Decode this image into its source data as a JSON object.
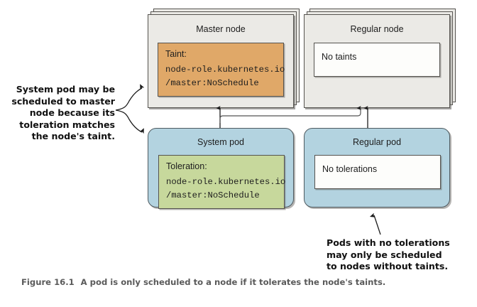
{
  "figure": {
    "label": "Figure 16.1",
    "caption": "A pod is only scheduled to a node if it tolerates the node's taints."
  },
  "colors": {
    "node_fill": "#ebeae6",
    "pod_fill": "#b3d3e0",
    "taint_fill": "#e0a868",
    "toleration_fill": "#c7d89c",
    "panel_plain_fill": "#fdfdfb",
    "stroke": "#55534f",
    "caption_text": "#5a5a5a",
    "annotation_text": "#111111"
  },
  "nodes": [
    {
      "id": "master-node",
      "title": "Master node",
      "panel": {
        "kind": "taint",
        "heading": "Taint:",
        "mono_line_1": "node-role.kubernetes.io",
        "mono_line_2": "/master:NoSchedule"
      }
    },
    {
      "id": "regular-node",
      "title": "Regular node",
      "panel": {
        "kind": "plain",
        "text": "No taints"
      }
    }
  ],
  "pods": [
    {
      "id": "system-pod",
      "title": "System pod",
      "panel": {
        "kind": "toleration",
        "heading": "Toleration:",
        "mono_line_1": "node-role.kubernetes.io",
        "mono_line_2": "/master:NoSchedule"
      }
    },
    {
      "id": "regular-pod",
      "title": "Regular pod",
      "panel": {
        "kind": "plain",
        "text": "No tolerations"
      }
    }
  ],
  "annotations": [
    {
      "id": "system-pod-annotation",
      "lines": [
        "System pod may be",
        "scheduled to master",
        "node because its",
        "toleration matches",
        "the node's taint."
      ]
    },
    {
      "id": "regular-pod-annotation",
      "lines": [
        "Pods with no tolerations",
        "may only be scheduled",
        "to nodes without taints."
      ]
    }
  ],
  "connectors": [
    {
      "id": "system-pod-to-master-node",
      "from": "system-pod",
      "to": "master-node"
    },
    {
      "id": "system-pod-to-regular-node",
      "from": "system-pod",
      "to": "regular-node"
    },
    {
      "id": "regular-pod-to-regular-node",
      "from": "regular-pod",
      "to": "regular-node"
    }
  ]
}
